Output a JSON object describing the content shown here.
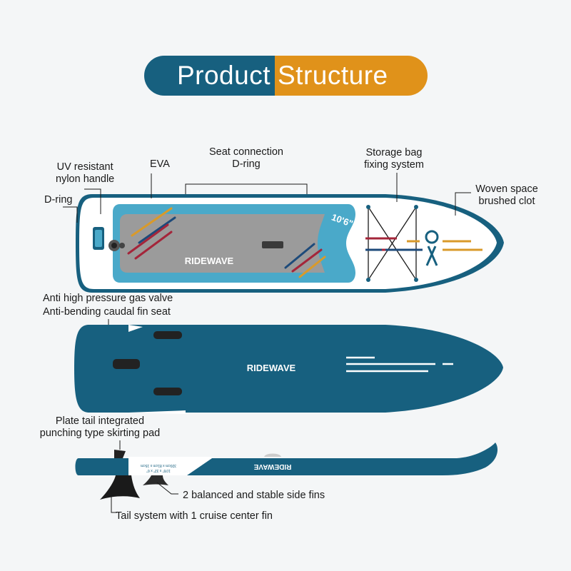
{
  "title": {
    "left": "Product",
    "right": "Structure"
  },
  "colors": {
    "teal": "#17607f",
    "orange": "#e0921a",
    "deck": "#4aa9c9",
    "pad": "#9c9c9c",
    "red": "#a4253a",
    "navy": "#1d4a7a",
    "yellow": "#d99a2a"
  },
  "labels": {
    "uv_handle_1": "UV resistant",
    "uv_handle_2": "nylon handle",
    "d_ring": "D-ring",
    "eva": "EVA",
    "seat_dring_1": "Seat connection",
    "seat_dring_2": "D-ring",
    "storage_1": "Storage bag",
    "storage_2": "fixing system",
    "woven_1": "Woven space",
    "woven_2": "brushed clot",
    "gas_valve": "Anti high pressure gas valve",
    "fin_seat": "Anti-bending caudal fin seat",
    "plate_tail_1": "Plate tail integrated",
    "plate_tail_2": "punching type skirting pad",
    "side_fins": "2 balanced and stable side fins",
    "center_fin": "Tail system with 1 cruise center fin"
  },
  "board": {
    "brand": "RIDEWAVE",
    "size_badge": "10'6\"",
    "spec_line_1": "320cm x 81cm x 15cm",
    "spec_line_2": "10'6\" x 32\" x 6\""
  }
}
